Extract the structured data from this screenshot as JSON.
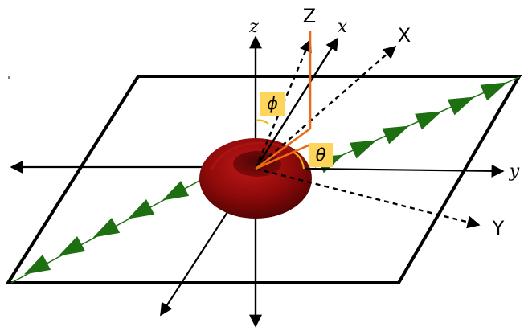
{
  "diagram": {
    "axis_labels": {
      "z": "z",
      "x": "x",
      "y": "y",
      "Z": "Z",
      "X": "X",
      "Y": "Y"
    },
    "angle_labels": {
      "phi": "ϕ",
      "theta": "θ"
    },
    "colors": {
      "plane": "#000000",
      "axes": "#000000",
      "field_arrows": "#1e6e12",
      "cell": "#8e0a0a",
      "angle_vectors": "#ee6a12",
      "label_box": "#ffd45a"
    },
    "shapes": {
      "cell": "red-blood-cell-torus",
      "field": "green-arrow-rows"
    }
  }
}
